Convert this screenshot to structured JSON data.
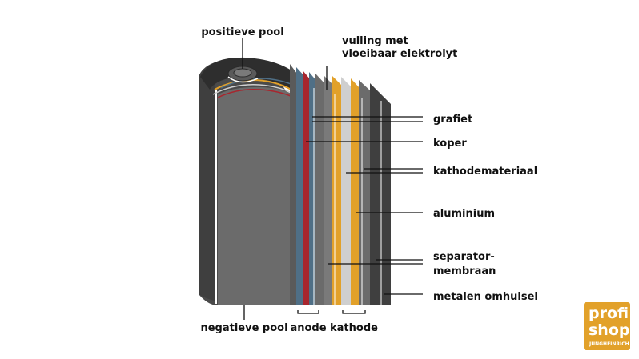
{
  "labels": {
    "positive_pole": "positieve pool",
    "filling_line1": "vulling met",
    "filling_line2": "vloeibaar elektrolyt",
    "graphite": "grafiet",
    "copper": "koper",
    "cathode_material": "kathodemateriaal",
    "aluminium": "aluminium",
    "separator_line1": "separator-",
    "separator_line2": "membraan",
    "metal_casing": "metalen omhulsel",
    "negative_pole": "negatieve pool",
    "anode": "anode",
    "cathode": "kathode"
  },
  "logo": {
    "line1": "profi",
    "line2": "shop",
    "brand": "JUNGHEINRICH"
  },
  "colors": {
    "casing": "#6b6b6b",
    "casing_dark": "#3d3d3d",
    "graphite": "#4f6f86",
    "copper": "#a8262e",
    "cathode_material": "#e2a12a",
    "aluminium": "#cfcfcf",
    "logo_bg": "#e2a12a"
  }
}
